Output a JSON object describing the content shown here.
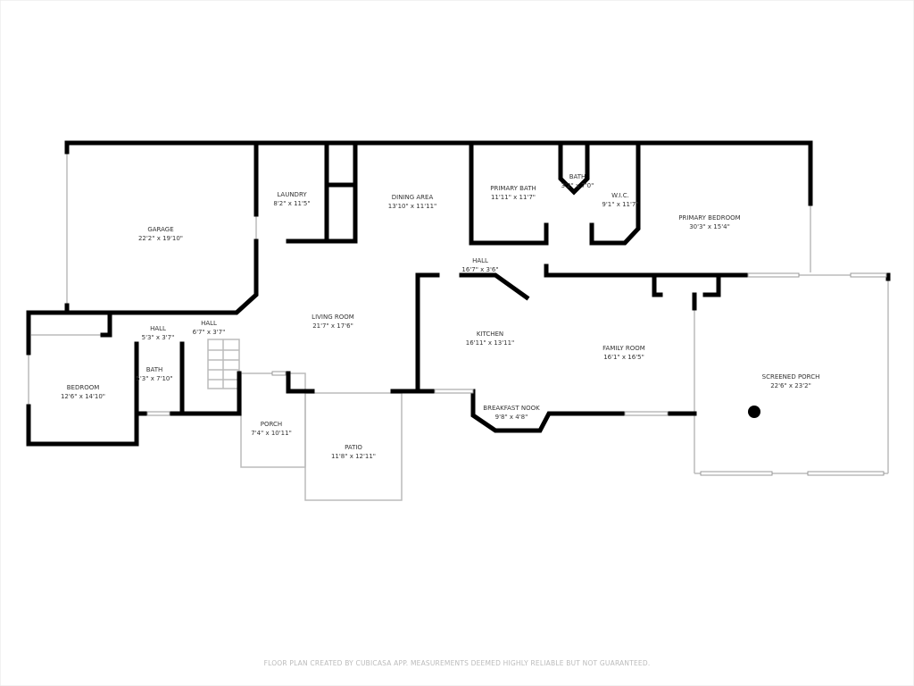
{
  "rooms": {
    "garage": {
      "name": "GARAGE",
      "size": "22'2\" x 19'10\""
    },
    "laundry": {
      "name": "LAUNDRY",
      "size": "8'2\" x 11'5\""
    },
    "dining": {
      "name": "DINING AREA",
      "size": "13'10\" x 11'11\""
    },
    "primary_bath": {
      "name": "PRIMARY BATH",
      "size": "11'11\" x 11'7\""
    },
    "bath_small": {
      "name": "BATH",
      "size": "3'2\" x 7'0\""
    },
    "wic": {
      "name": "W.I.C.",
      "size": "9'1\" x 11'7\""
    },
    "primary_bedroom": {
      "name": "PRIMARY BEDROOM",
      "size": "30'3\" x 15'4\""
    },
    "hall_main": {
      "name": "HALL",
      "size": "16'7\" x 3'6\""
    },
    "hall_a": {
      "name": "HALL",
      "size": "5'3\" x 3'7\""
    },
    "hall_b": {
      "name": "HALL",
      "size": "6'7\" x 3'7\""
    },
    "living": {
      "name": "LIVING ROOM",
      "size": "21'7\" x 17'6\""
    },
    "kitchen": {
      "name": "KITCHEN",
      "size": "16'11\" x 13'11\""
    },
    "family": {
      "name": "FAMILY ROOM",
      "size": "16'1\" x 16'5\""
    },
    "screened_porch": {
      "name": "SCREENED PORCH",
      "size": "22'6\" x 23'2\""
    },
    "bedroom": {
      "name": "BEDROOM",
      "size": "12'6\" x 14'10\""
    },
    "bath": {
      "name": "BATH",
      "size": "5'3\" x 7'10\""
    },
    "porch": {
      "name": "PORCH",
      "size": "7'4\" x 10'11\""
    },
    "patio": {
      "name": "PATIO",
      "size": "11'8\" x 12'11\""
    },
    "nook": {
      "name": "BREAKFAST NOOK",
      "size": "9'8\" x 4'8\""
    }
  },
  "footer": "FLOOR PLAN CREATED BY CUBICASA APP. MEASUREMENTS DEEMED HIGHLY RELIABLE BUT NOT GUARANTEED.",
  "colors": {
    "wall": "#000000",
    "background": "#ffffff",
    "footer_text": "#bbbbbb"
  }
}
